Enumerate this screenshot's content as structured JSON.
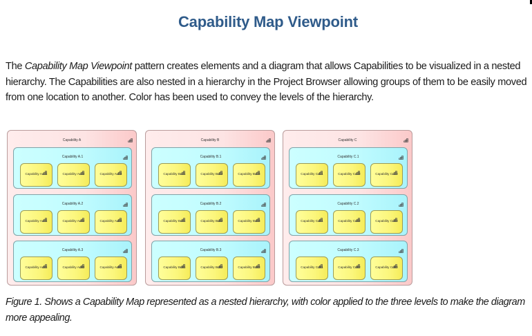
{
  "page": {
    "title": "Capability Map Viewpoint",
    "intro": {
      "before_italic": "The ",
      "italic": "Capability Map Viewpoint",
      "after_italic": " pattern creates elements and a diagram that allows Capabilities to be visualized in a nested hierarchy. The Capabilities are also nested in a hierarchy in the Project Browser allowing groups of them to be easily moved from one location to another. Color has been used to convey the levels of the hierarchy."
    },
    "caption": "Figure 1. Shows a Capability Map represented as a nested hierarchy, with color applied to the three levels to make the diagram more appealing."
  },
  "diagram": {
    "icon": "capability-icon",
    "colors": {
      "level1": "#fde4e4",
      "level2": "#c1fcff",
      "level3": "#fbf67b"
    },
    "capabilities": [
      {
        "label": "Capability A",
        "children": [
          {
            "label": "Capability A.1",
            "children": [
              "Capability A.1.1",
              "Capability A.1.2",
              "Capability A.1.3"
            ]
          },
          {
            "label": "Capability A.2",
            "children": [
              "Capability A.2.1",
              "Capability A.2.2",
              "Capability A.2.3"
            ]
          },
          {
            "label": "Capability A.3",
            "children": [
              "Capability A.3.1",
              "Capability A.3.2",
              "Capability A.3.3"
            ]
          }
        ]
      },
      {
        "label": "Capability B",
        "children": [
          {
            "label": "Capability B.1",
            "children": [
              "Capability B.1.1",
              "Capability B.1.2",
              "Capability B.1.3"
            ]
          },
          {
            "label": "Capability B.2",
            "children": [
              "Capability B.2.1",
              "Capability B.2.2",
              "Capability B.2.3"
            ]
          },
          {
            "label": "Capability B.3",
            "children": [
              "Capability B.3.1",
              "Capability B.3.2",
              "Capability B.3.3"
            ]
          }
        ]
      },
      {
        "label": "Capability C",
        "children": [
          {
            "label": "Capability C.1",
            "children": [
              "Capability C.1.1",
              "Capability C.1.2",
              "Capability C.1.3"
            ]
          },
          {
            "label": "Capability C.2",
            "children": [
              "Capability C.2.1",
              "Capability C.2.2",
              "Capability C.2.3"
            ]
          },
          {
            "label": "Capability C.3",
            "children": [
              "Capability C.3.1",
              "Capability C.3.2",
              "Capability C.3.3"
            ]
          }
        ]
      }
    ]
  }
}
